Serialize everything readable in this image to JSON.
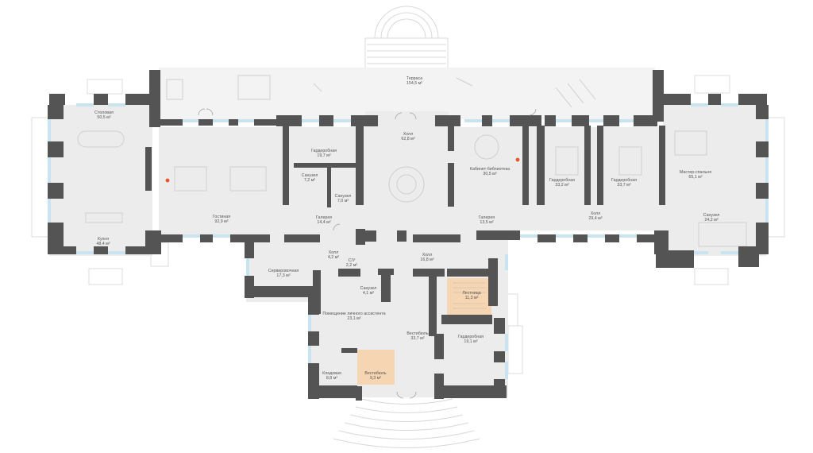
{
  "plan": {
    "colors": {
      "wall": "#545454",
      "floor": "#ececec",
      "terrace": "#f3f3f3",
      "window": "#c9e4ee",
      "highlight": "#f6d6b2",
      "furniture": "#d6d6d6",
      "fire": "#e7532a"
    },
    "rooms": [
      {
        "name": "Терраса",
        "area": "154,5 м²"
      },
      {
        "name": "Столовая",
        "area": "50,5 м²"
      },
      {
        "name": "Кухня",
        "area": "48,4 м²"
      },
      {
        "name": "Гостиная",
        "area": "92,9 м²"
      },
      {
        "name": "Гардеробная",
        "area": "19,7 м²"
      },
      {
        "name": "Санузел",
        "area": "7,2 м²"
      },
      {
        "name": "Санузел",
        "area": "7,0 м²"
      },
      {
        "name": "Галерея",
        "area": "14,4 м²"
      },
      {
        "name": "Холл",
        "area": "62,8 м²"
      },
      {
        "name": "Кабинет-библиотека",
        "area": "30,5 м²"
      },
      {
        "name": "Галерея",
        "area": "13,5 м²"
      },
      {
        "name": "Гардеробная",
        "area": "33,2 м²"
      },
      {
        "name": "Гардеробная",
        "area": "33,7 м²"
      },
      {
        "name": "Мастер-спальня",
        "area": "65,1 м²"
      },
      {
        "name": "Холл",
        "area": "29,4 м²"
      },
      {
        "name": "Санузел",
        "area": "24,2 м²"
      },
      {
        "name": "Холл",
        "area": "4,2 м²"
      },
      {
        "name": "С/У",
        "area": "2,2 м²"
      },
      {
        "name": "Холл",
        "area": "16,8 м²"
      },
      {
        "name": "Сервировочная",
        "area": "17,3 м²"
      },
      {
        "name": "Санузел",
        "area": "4,1 м²"
      },
      {
        "name": "Лестница",
        "area": "11,3 м²"
      },
      {
        "name": "Помещение личного ассистента",
        "area": "23,1 м²"
      },
      {
        "name": "Вестибюль",
        "area": "33,7 м²"
      },
      {
        "name": "Гардеробная",
        "area": "19,1 м²"
      },
      {
        "name": "Кладовая",
        "area": "8,8 м²"
      },
      {
        "name": "Вестибюль",
        "area": "9,3 м²"
      }
    ]
  }
}
